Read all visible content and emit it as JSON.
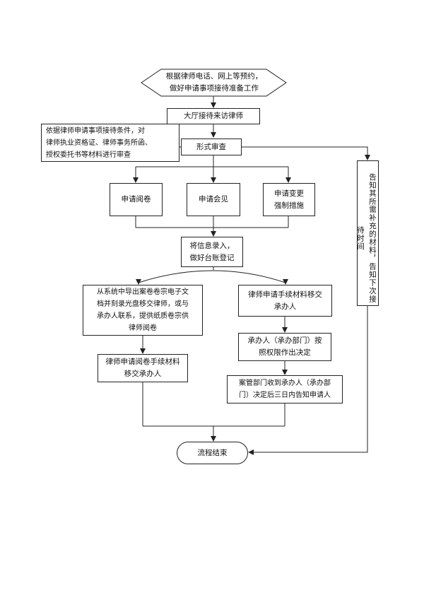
{
  "flowchart": {
    "start": "根据律师电话、网上等预约，\n做好申请事项接待准备工作",
    "reception": "大厅接待来访律师",
    "review_note": "依据律师申请事项接待条件，对\n律师执业资格证、律师事务所函、\n授权委托书等材料进行审查",
    "formal_review": "形式审查",
    "side_note": "告知其所需补充的材料，告知下次接待时间",
    "branch_read": "申请阅卷",
    "branch_meet": "申请会见",
    "branch_change": "申请变更\n强制措施",
    "record": "将信息录入，\n做好台账登记",
    "export_files": "从系统中导出案卷卷宗电子文\n档并刻录光盘移交律师，或与\n承办人联系，提供纸质卷宗供\n律师阅卷",
    "transfer_read": "律师申请阅卷手续材料\n移交承办人",
    "transfer_apply": "律师申请手续材料移交\n承办人",
    "decide": "承办人（承办部门）按\n照权限作出决定",
    "notify": "案管部门收到承办人（承办部\n门）决定后三日内告知申请人",
    "end": "流程结束"
  }
}
